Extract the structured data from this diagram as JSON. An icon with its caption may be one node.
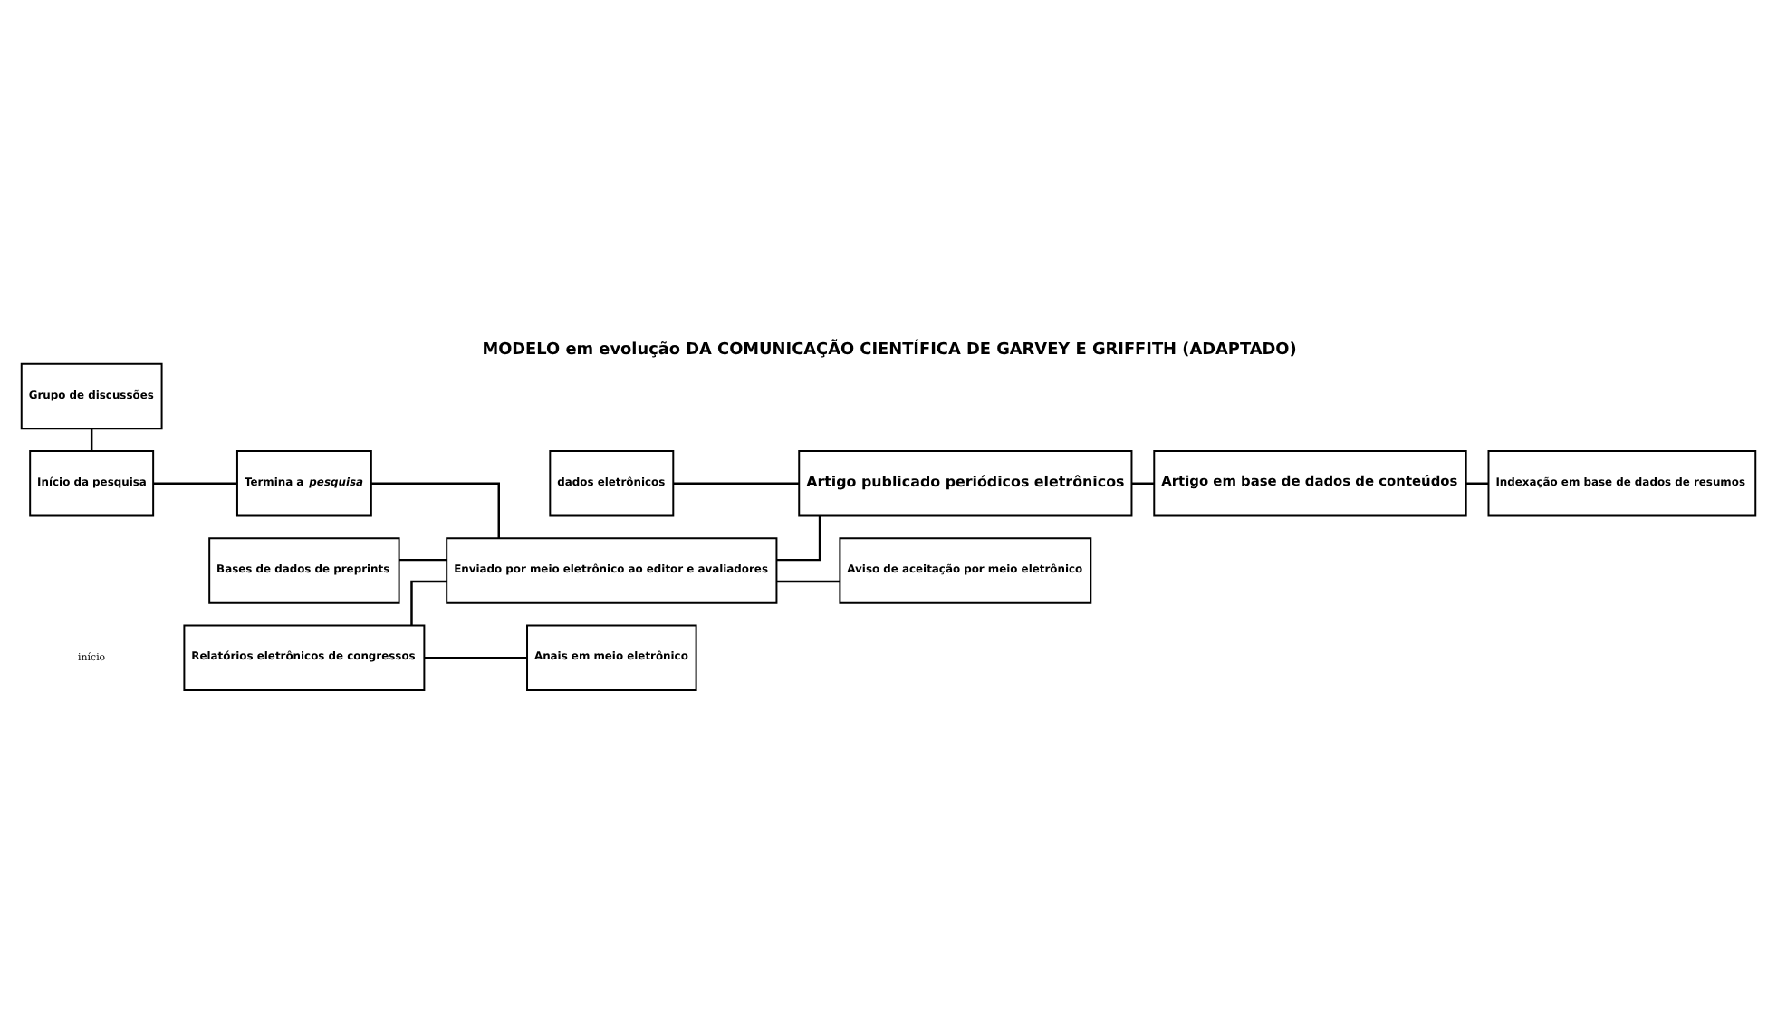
{
  "diagram": {
    "title": "MODELO em evolução DA COMUNICAÇÃO CIENTÍFICA DE GARVEY E GRIFFITH (ADAPTADO)",
    "nodes": [
      {
        "text": [
          "Grupo de discussões"
        ]
      },
      {
        "text": [
          "Bases de dados de preprints"
        ]
      },
      {
        "text": [
          "dados eletrônicos"
        ]
      },
      {
        "text": [
          "Início da pesquisa"
        ]
      },
      {
        "text": [
          "Termina a *pesquisa*"
        ]
      },
      {
        "text": [
          "Enviado por meio eletrônico ao editor e avaliadores"
        ]
      },
      {
        "text": [
          "Artigo publicado periódicos eletrônicos"
        ]
      },
      {
        "text": [
          "Artigo em base de dados de conteúdos"
        ]
      },
      {
        "text": [
          "Indexação em base de dados de resumos"
        ]
      },
      {
        "text": [
          "Aviso de aceitação por meio eletrônico"
        ]
      },
      {
        "text": [
          "Relatórios eletrônicos de congressos"
        ]
      },
      {
        "text": [
          "Anais em meio eletrônico"
        ]
      }
    ],
    "edges": [
      {
        "from": 0,
        "to": 3,
        "arrow": "none"
      },
      {
        "from": 3,
        "to": 4,
        "arrow": "none"
      },
      {
        "from": 4,
        "to": 5,
        "arrow": "none"
      },
      {
        "from": 1,
        "to": 5,
        "arrow": "none"
      },
      {
        "from": 10,
        "to": 5,
        "arrow": "none"
      },
      {
        "from": 10,
        "to": 11,
        "arrow": "none"
      },
      {
        "from": 5,
        "to": 6,
        "arrow": "none"
      },
      {
        "from": 5,
        "to": 9,
        "arrow": "none"
      },
      {
        "from": 2,
        "to": 6,
        "arrow": "none"
      },
      {
        "from": 6,
        "to": 7,
        "arrow": "none"
      },
      {
        "from": 7,
        "to": 8,
        "arrow": "none"
      }
    ],
    "labels": [
      "início"
    ]
  }
}
